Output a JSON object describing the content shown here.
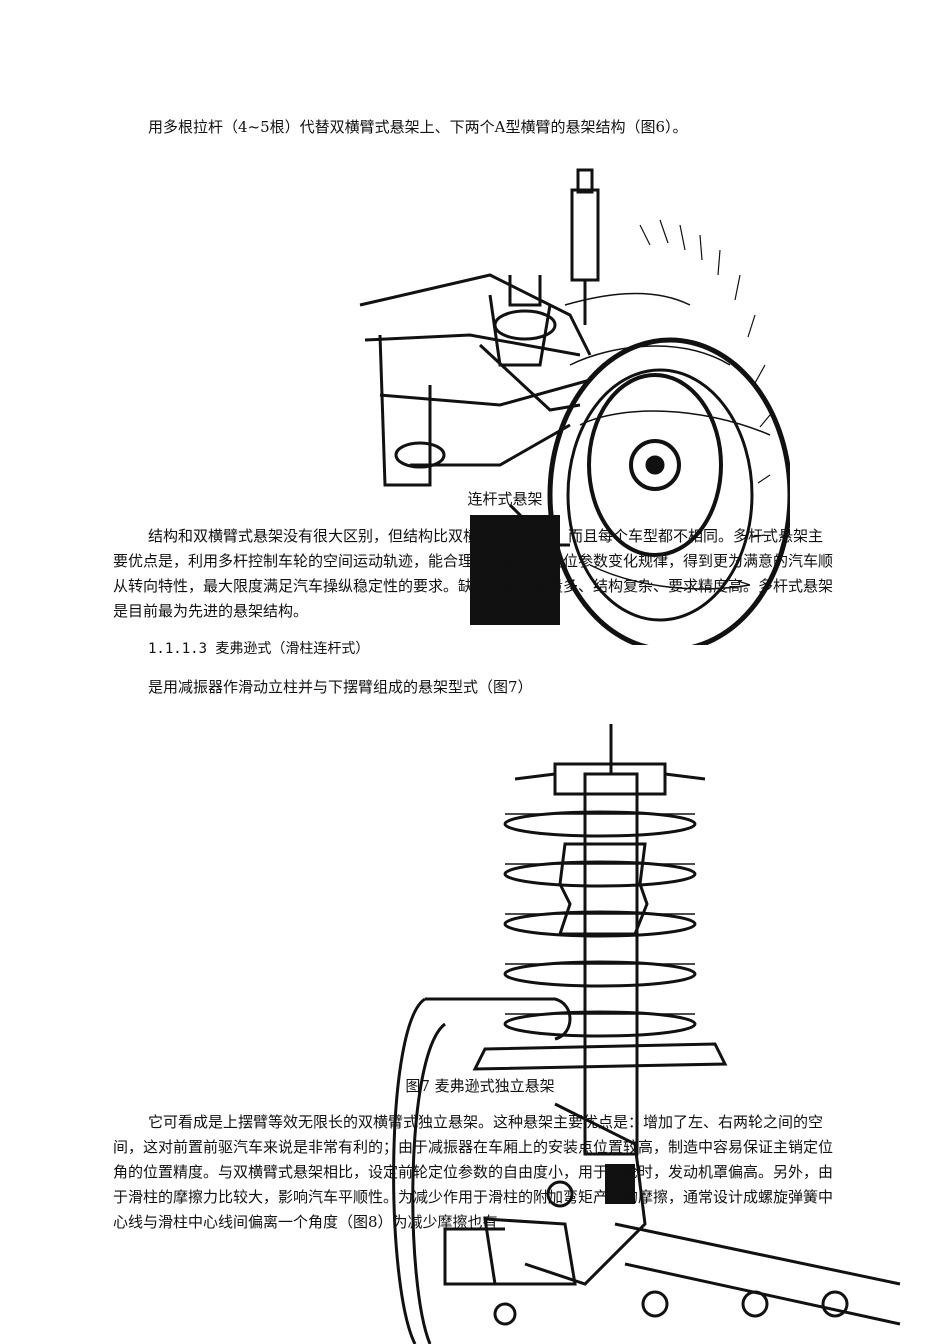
{
  "para_intro": "用多根拉杆（4~5根）代替双横臂式悬架上、下两个A型横臂的悬架结构（图6）。",
  "fig6_caption": "连杆式悬架",
  "para_multilink": "结构和双横臂式悬架没有很大区别，但结构比双横臂式更复杂，而且每个车型都不相同。多杆式悬架主要优点是，利用多杆控制车轮的空间运动轨迹，能合理地控制车轮定位参数变化规律，得到更为满意的汽车顺从转向特性，最大限度满足汽车操纵稳定性的要求。缺点是零件数量多、结构复杂、要求精度高。多杆式悬架是目前最为先进的悬架结构。",
  "heading_macpherson": "1.1.1.3 麦弗逊式（滑柱连杆式）",
  "para_macpherson": "是用减振器作滑动立柱并与下摆臂组成的悬架型式（图7）",
  "fig7_caption": "图7 麦弗逊式独立悬架",
  "para_advantages": "它可看成是上摆臂等效无限长的双横臂式独立悬架。这种悬架主要优点是：增加了左、右两轮之间的空间，这对前置前驱汽车来说是非常有利的；由于减振器在车厢上的安装点位置较高，制造中容易保证主销定位角的位置精度。与双横臂式悬架相比，设定前轮定位参数的自由度小，用于前轮时，发动机罩偏高。另外，由于滑柱的摩擦力比较大，影响汽车平顺性。为减少作用于滑柱的附加弯矩产生的摩擦，通常设计成螺旋弹簧中心线与滑柱中心线间偏离一个角度（图8）为减少摩擦也有"
}
